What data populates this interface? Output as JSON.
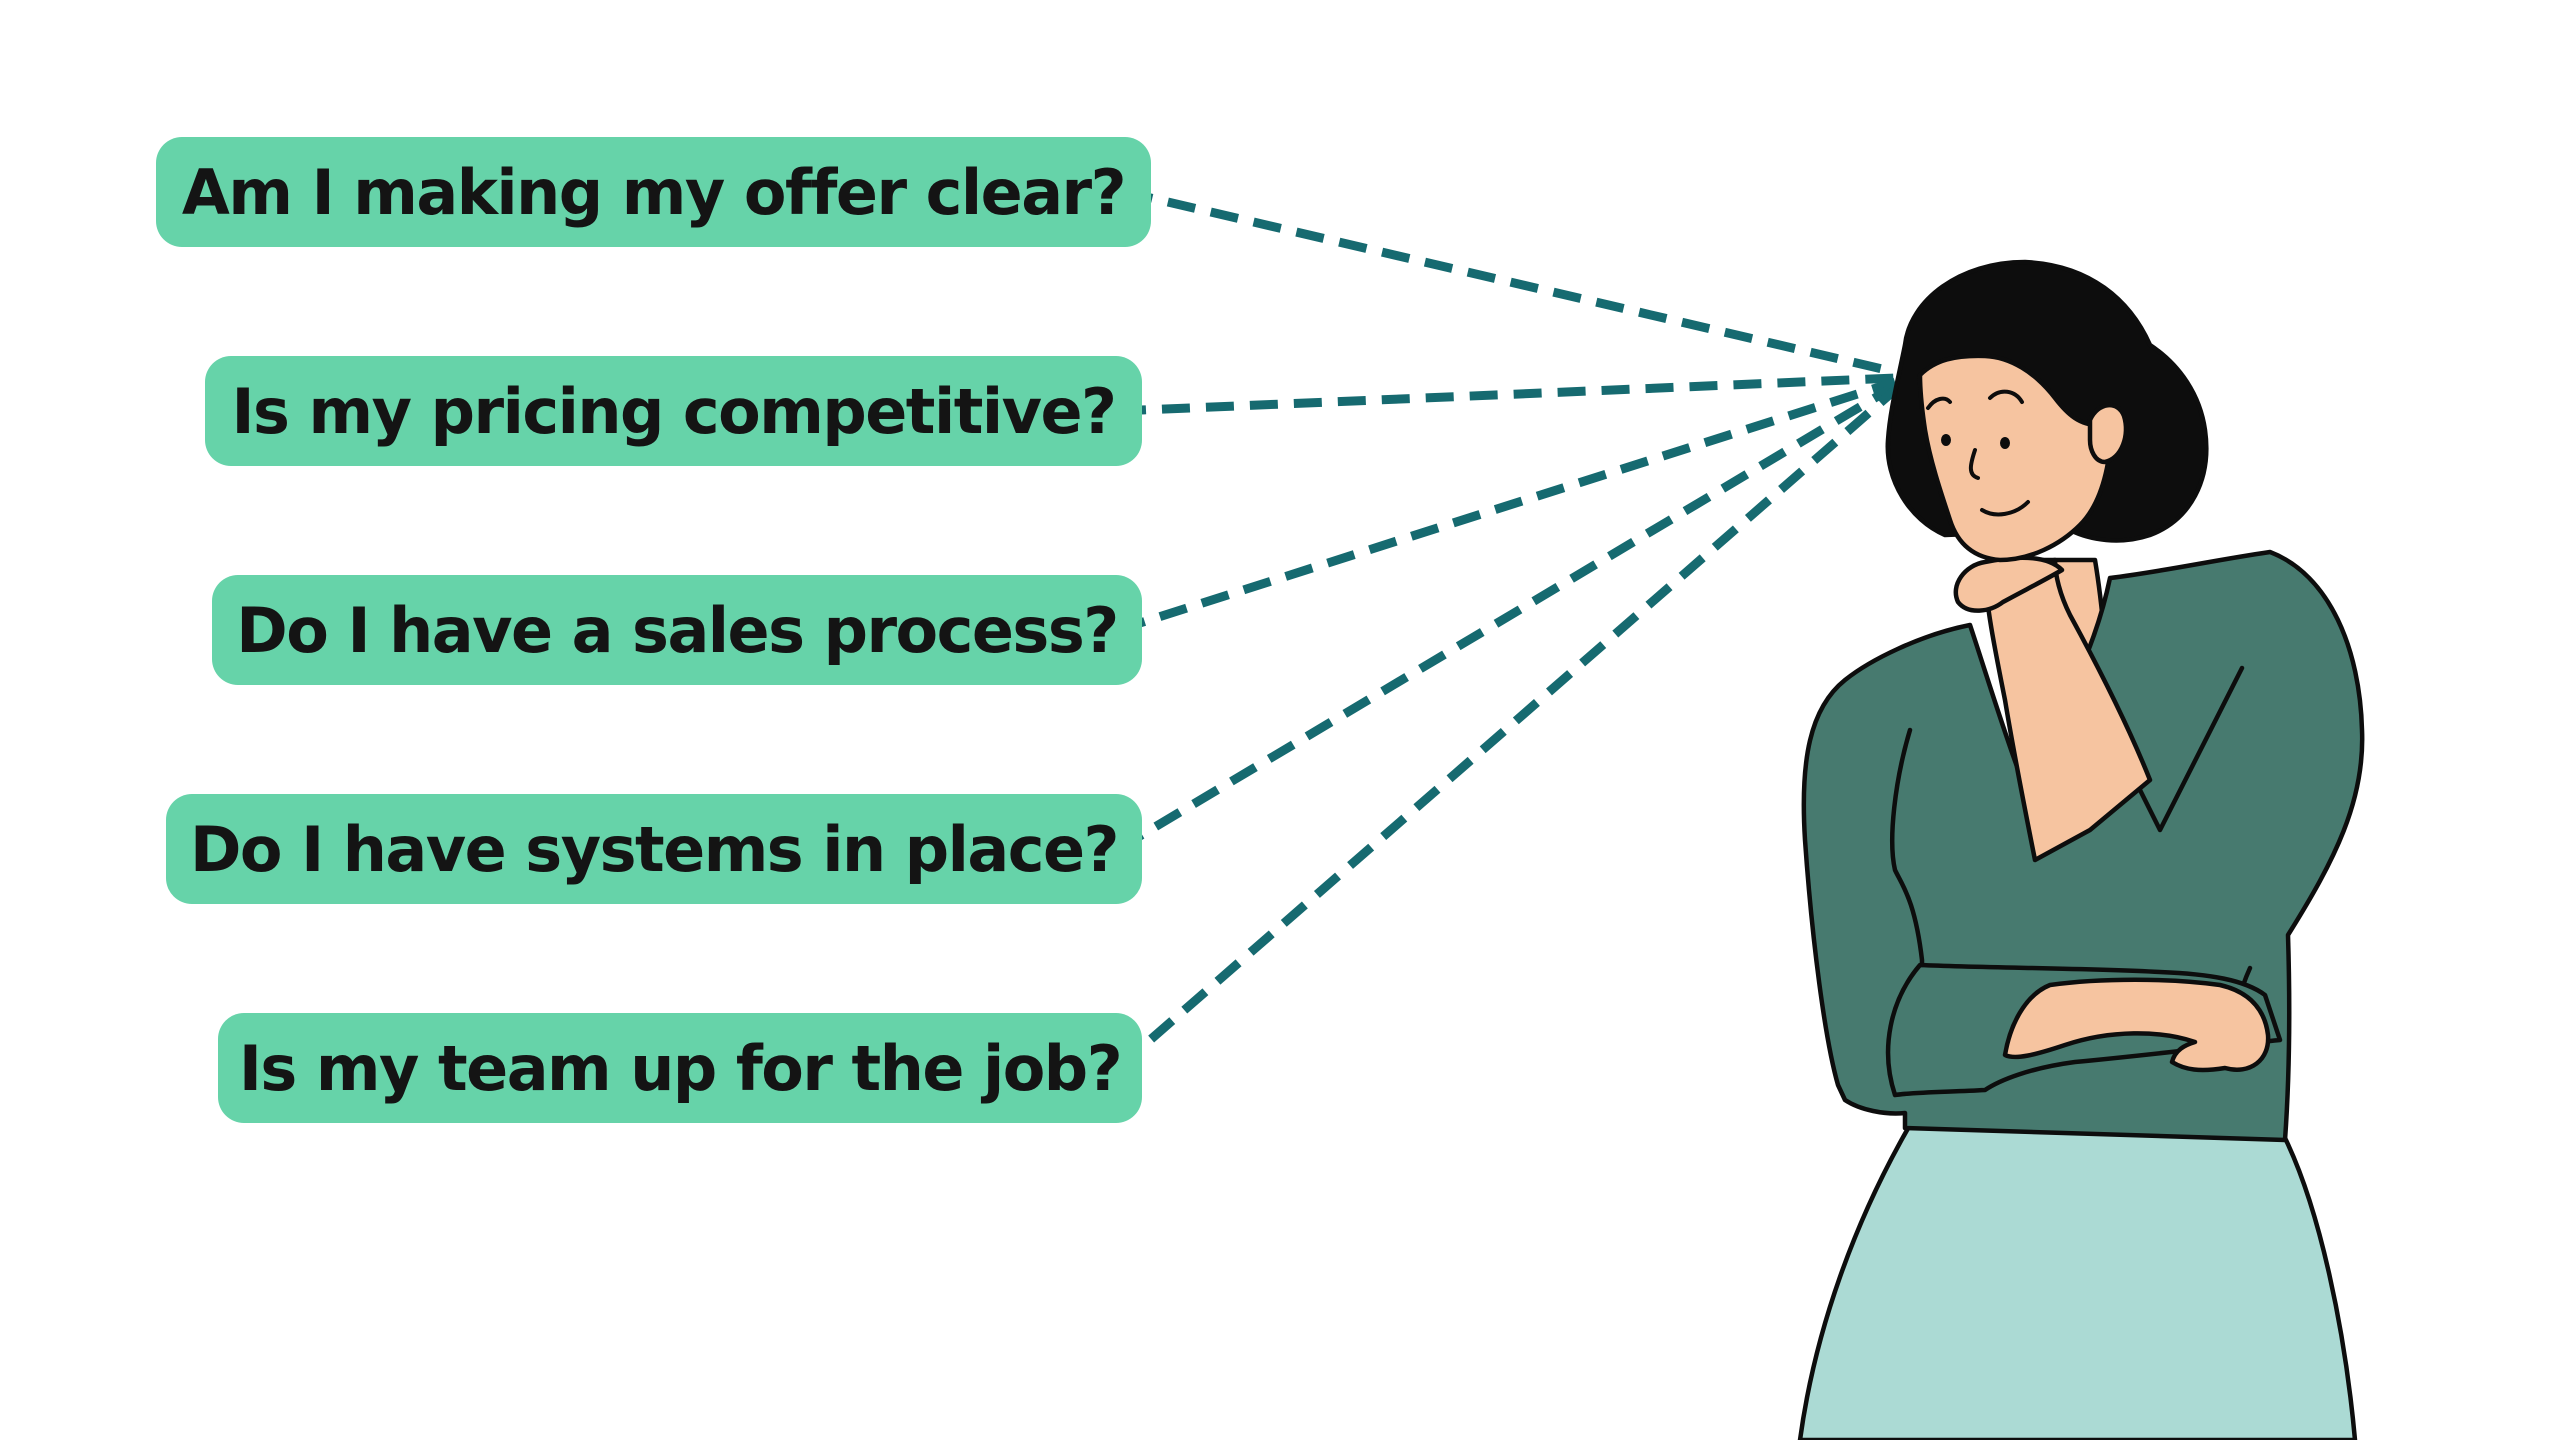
{
  "questions": [
    "Am I making my offer clear?",
    "Is my pricing competitive?",
    "Do I have a sales process?",
    "Do I have systems in place?",
    "Is my team up for the job?"
  ],
  "colors": {
    "background": "#ffffff",
    "box": "#66d3a9",
    "box_text": "#141414",
    "dashed_line": "#166a70",
    "top": "#477a6f",
    "skirt": "#abdad4",
    "skin": "#f6c4a0",
    "hair": "#0d0d0d"
  },
  "icons": {
    "figure": "thinking-woman-illustration"
  }
}
